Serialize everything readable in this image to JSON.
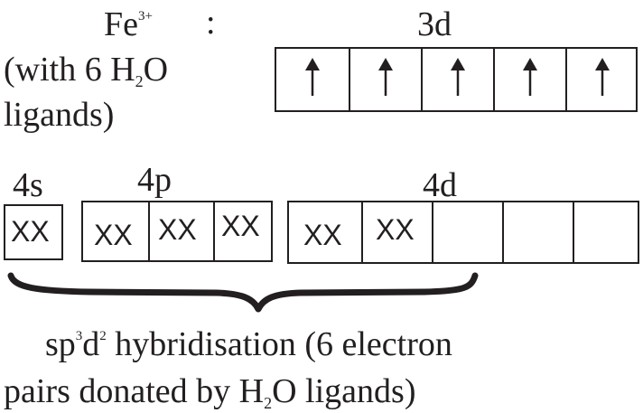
{
  "ion": {
    "symbol": "Fe",
    "charge": "3+",
    "colon": ":"
  },
  "ligand_note": {
    "line1_prefix": "(with 6 H",
    "line1_sub": "2",
    "line1_suffix": "O",
    "line2": "ligands)"
  },
  "orbitals": {
    "d3": {
      "label": "3d",
      "boxes": 5,
      "electrons": [
        "up",
        "up",
        "up",
        "up",
        "up"
      ]
    },
    "s4": {
      "label": "4s",
      "boxes": [
        "XX"
      ]
    },
    "p4": {
      "label": "4p",
      "boxes": [
        "XX",
        "XX",
        "XX"
      ]
    },
    "d4": {
      "label": "4d",
      "boxes": [
        "XX",
        "XX",
        "",
        "",
        ""
      ]
    }
  },
  "caption": {
    "line1_a": "sp",
    "line1_sup1": "3",
    "line1_b": "d",
    "line1_sup2": "2",
    "line1_c": " hybridisation (6 electron",
    "line2_a": "pairs donated by H",
    "line2_sub": "2",
    "line2_b": "O ligands)"
  }
}
